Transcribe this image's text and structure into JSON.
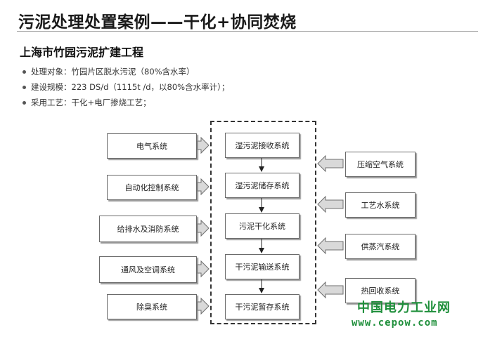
{
  "title": "污泥处理处置案例——干化+协同焚烧",
  "subtitle": "上海市竹园污泥扩建工程",
  "bullets": [
    "处理对象：竹园片区脱水污泥（80%含水率）",
    "建设规模：223 DS/d（1115t /d，以80%含水率计）；",
    "采用工艺：干化+电厂掺烧工艺；"
  ],
  "diagram": {
    "left_systems": [
      "电气系统",
      "自动化控制系统",
      "给排水及消防系统",
      "通风及空调系统",
      "除臭系统"
    ],
    "center_chain": [
      "湿污泥接收系统",
      "湿污泥储存系统",
      "污泥干化系统",
      "干污泥输送系统",
      "干污泥暂存系统"
    ],
    "right_systems": [
      "压缩空气系统",
      "工艺水系统",
      "供蒸汽系统",
      "热回收系统"
    ]
  },
  "watermark": {
    "text": "中国电力工业网",
    "url": "www.cepow.com",
    "color": "#1f8f3b"
  }
}
